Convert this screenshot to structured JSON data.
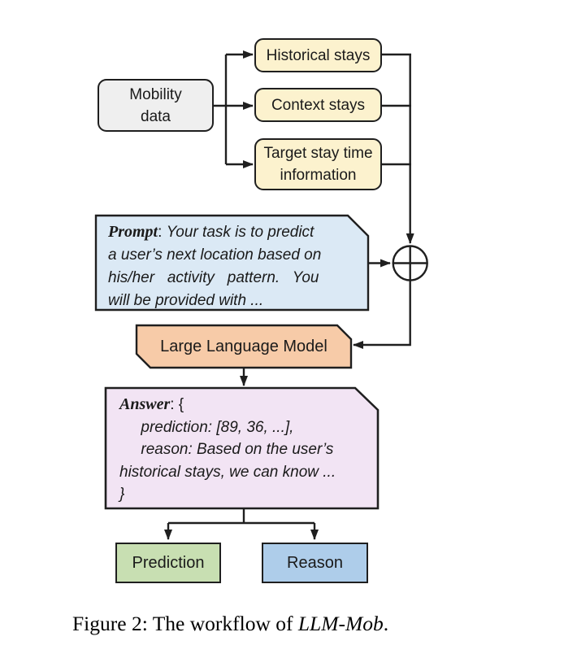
{
  "nodes": {
    "mobility": {
      "label": "Mobility\ndata"
    },
    "historical": {
      "label": "Historical stays"
    },
    "context": {
      "label": "Context stays"
    },
    "target": {
      "label": "Target stay time\ninformation"
    },
    "prompt": {
      "keyword": "Prompt",
      "separator": ": ",
      "body": "Your task is to predict\na user’s next location based on\nhis/her   activity   pattern.   You\nwill be provided with ..."
    },
    "llm": {
      "label": "Large Language Model"
    },
    "answer": {
      "keyword": "Answer",
      "separator": ": {",
      "body": "\n     prediction: [89, 36, ...],\n     reason: Based on the user’s\nhistorical stays, we can know ...\n}"
    },
    "prediction": {
      "label": "Prediction"
    },
    "reason": {
      "label": "Reason"
    }
  },
  "caption": {
    "prefix": "Figure 2: The workflow of ",
    "emphasis": "LLM-Mob",
    "suffix": "."
  },
  "colors": {
    "stroke": "#1f1f1f",
    "mobility_fill": "#efefef",
    "stays_fill": "#fcf2ce",
    "prompt_fill": "#dbe9f5",
    "llm_fill": "#f7cba8",
    "answer_fill": "#f2e4f4",
    "prediction_fill": "#c8dfb2",
    "reason_fill": "#aecdea",
    "merge_fill": "#ffffff"
  }
}
